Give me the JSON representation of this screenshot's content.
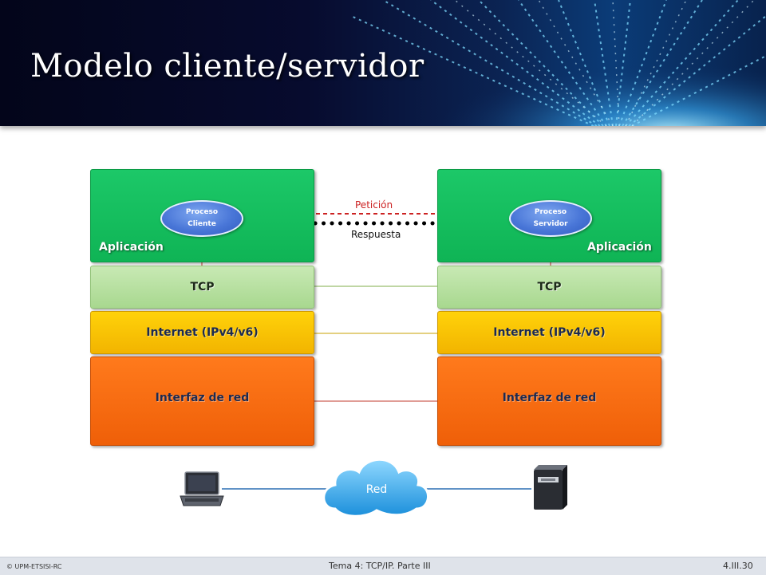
{
  "slide": {
    "title": "Modelo cliente/servidor"
  },
  "client_stack": {
    "application": "Aplicación",
    "process_line1": "Proceso",
    "process_line2": "Cliente",
    "transport": "TCP",
    "internet": "Internet (IPv4/v6)",
    "network_interface": "Interfaz de red"
  },
  "server_stack": {
    "application": "Aplicación",
    "process_line1": "Proceso",
    "process_line2": "Servidor",
    "transport": "TCP",
    "internet": "Internet (IPv4/v6)",
    "network_interface": "Interfaz de red"
  },
  "messages": {
    "request": "Petición",
    "response": "Respuesta"
  },
  "network": {
    "cloud_label": "Red",
    "client_icon": "laptop-icon",
    "server_icon": "server-icon"
  },
  "colors": {
    "application": "#13bb5b",
    "transport": "#b4dfa0",
    "internet": "#fcc500",
    "network_interface": "#f76a10",
    "request_arrow": "#cc2222",
    "response_arrow": "#000000"
  },
  "footer": {
    "copyright": "© UPM-ETSISI-RC",
    "topic": "Tema 4: TCP/IP.  Parte III",
    "page": "4.III.30"
  }
}
